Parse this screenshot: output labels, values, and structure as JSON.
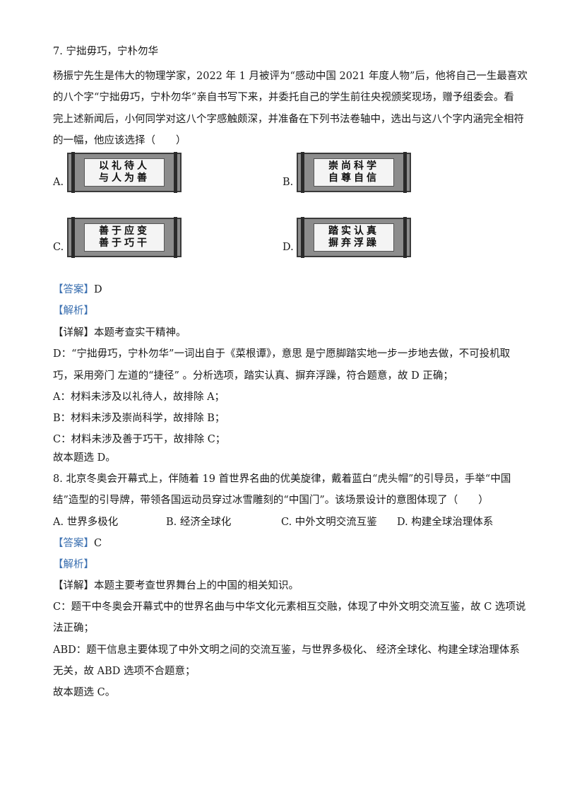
{
  "q7": {
    "title": "7. 宁拙毋巧，宁朴勿华",
    "stem": [
      "杨振宁先生是伟大的物理学家，2022 年 1 月被评为“感动中国 2021 年度人物”后，他将自己一生最喜欢",
      "的八个字“宁拙毋巧，宁朴勿华”亲自书写下来，并委托自己的学生前往央视颁奖现场，赠予组委会。看",
      "完上述新闻后，小何同学对这八个字感触颇深，并准备在下列书法卷轴中，选出与这八个字内涵完全相符",
      "的一幅，他应该选择（　　）"
    ],
    "options": [
      {
        "label": "A.",
        "line1": "以礼待人",
        "line2": "与人为善"
      },
      {
        "label": "B.",
        "line1": "崇尚科学",
        "line2": "自尊自信"
      },
      {
        "label": "C.",
        "line1": "善于应变",
        "line2": "善于巧干"
      },
      {
        "label": "D.",
        "line1": "踏实认真",
        "line2": "摒弃浮躁"
      }
    ],
    "answer_tag": "【答案】",
    "answer": "D",
    "analysis_tag": "【解析】",
    "detail_tag": "【详解】",
    "detail": "本题考查实干精神。",
    "explain": [
      "D：“宁拙毋巧，宁朴勿华”一词出自于《菜根谭》，意思 是宁愿脚踏实地一步一步地去做，不可投机取",
      "巧，采用旁门 左道的“捷径” 。分析选项，踏实认真、摒弃浮躁，符合题意，故 D 正确；",
      "A：材料未涉及以礼待人，故排除 A；",
      "B：材料未涉及崇尚科学，故排除 B；",
      "C：材料未涉及善于巧干，故排除 C；",
      "故本题选 D。"
    ]
  },
  "q8": {
    "stem": [
      "8. 北京冬奥会开幕式上，伴随着 19 首世界名曲的优美旋律，戴着蓝白“虎头帽”的引导员，手举“中国",
      "结”造型的引导牌，带领各国运动员穿过冰雪雕刻的“中国门”。该场景设计的意图体现了（　　）"
    ],
    "choices": [
      "A. 世界多极化",
      "B. 经济全球化",
      "C. 中外文明交流互鉴",
      "D. 构建全球治理体系"
    ],
    "answer_tag": "【答案】",
    "answer": "C",
    "analysis_tag": "【解析】",
    "detail_tag": "【详解】",
    "detail": "本题主要考查世界舞台上的中国的相关知识。",
    "explain": [
      "C：题干中冬奥会开幕式中的世界名曲与中华文化元素相互交融，体现了中外文明交流互鉴，故 C 选项说",
      "法正确；",
      "ABD：题干信息主要体现了中外文明之间的交流互鉴，与世界多极化、 经济全球化、构建全球治理体系",
      "无关，故 ABD 选项不合题意；",
      "故本题选 C。"
    ]
  }
}
